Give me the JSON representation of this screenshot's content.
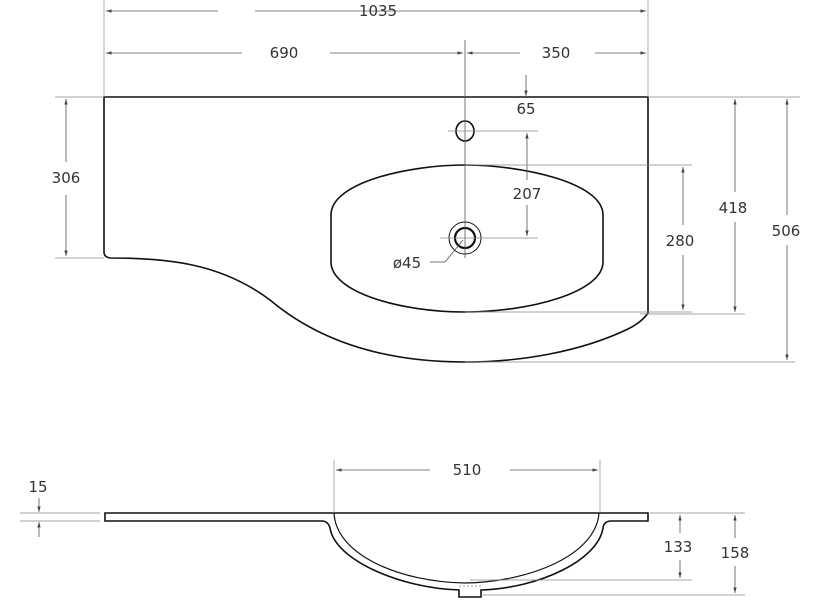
{
  "top_view": {
    "overall_width": "1035",
    "left_to_tap": "690",
    "tap_to_right": "350",
    "tap_hole_offset": "65",
    "tap_to_drain": "207",
    "basin_depth": "280",
    "right_depth": "418",
    "max_depth": "506",
    "left_depth": "306",
    "drain_diameter": "ø45"
  },
  "side_view": {
    "basin_width": "510",
    "slab_thickness": "15",
    "bowl_depth": "133",
    "total_depth": "158"
  }
}
